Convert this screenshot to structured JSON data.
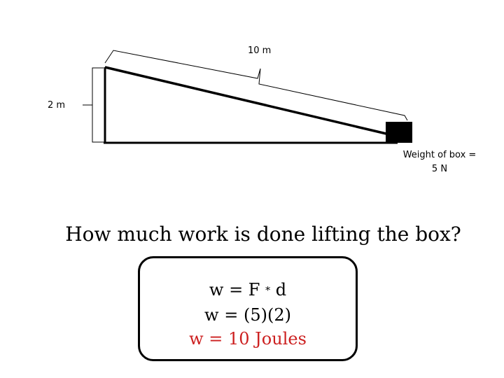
{
  "diagram": {
    "length_label": "10 m",
    "height_label": "2 m",
    "weight_label_line1": "Weight of box =",
    "weight_label_line2": "5 N"
  },
  "question": "How much work is done lifting the box?",
  "answer": {
    "line1_left": "w = F",
    "line1_operator": "*",
    "line1_right": "d",
    "line2": "w = (5)(2)",
    "line3": "w = 10 Joules"
  },
  "colors": {
    "text": "#000000",
    "answer_highlight": "#cc1f1f",
    "box_fill": "#000000"
  }
}
